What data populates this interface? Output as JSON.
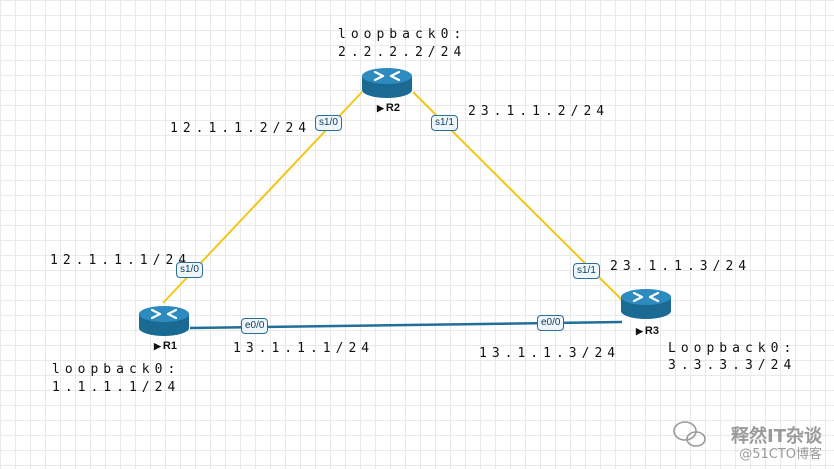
{
  "routers": {
    "r1": {
      "name": "R1",
      "loopback_label": "loopback0:",
      "loopback_ip": "1.1.1.1/24"
    },
    "r2": {
      "name": "R2",
      "loopback_label": "loopback0:",
      "loopback_ip": "2.2.2.2/24"
    },
    "r3": {
      "name": "R3",
      "loopback_label": "Loopback0:",
      "loopback_ip": "3.3.3.3/24"
    }
  },
  "links": {
    "r1_r2": {
      "r1_port": "s1/0",
      "r1_ip": "12.1.1.1/24",
      "r2_port": "s1/0",
      "r2_ip": "12.1.1.2/24",
      "color": "#f5c518"
    },
    "r2_r3": {
      "r2_port": "s1/1",
      "r2_ip": "23.1.1.2/24",
      "r3_port": "s1/1",
      "r3_ip": "23.1.1.3/24",
      "color": "#f5c518"
    },
    "r1_r3": {
      "r1_port": "e0/0",
      "r1_ip": "13.1.1.1/24",
      "r3_port": "e0/0",
      "r3_ip": "13.1.1.3/24",
      "color": "#1f6f9a"
    }
  },
  "watermark": {
    "line1": "释然IT杂谈",
    "line2": "@51CTO博客"
  },
  "colors": {
    "router_body": "#1b6a94",
    "router_top": "#2d8bbf",
    "grid": "#e9e9e9"
  }
}
